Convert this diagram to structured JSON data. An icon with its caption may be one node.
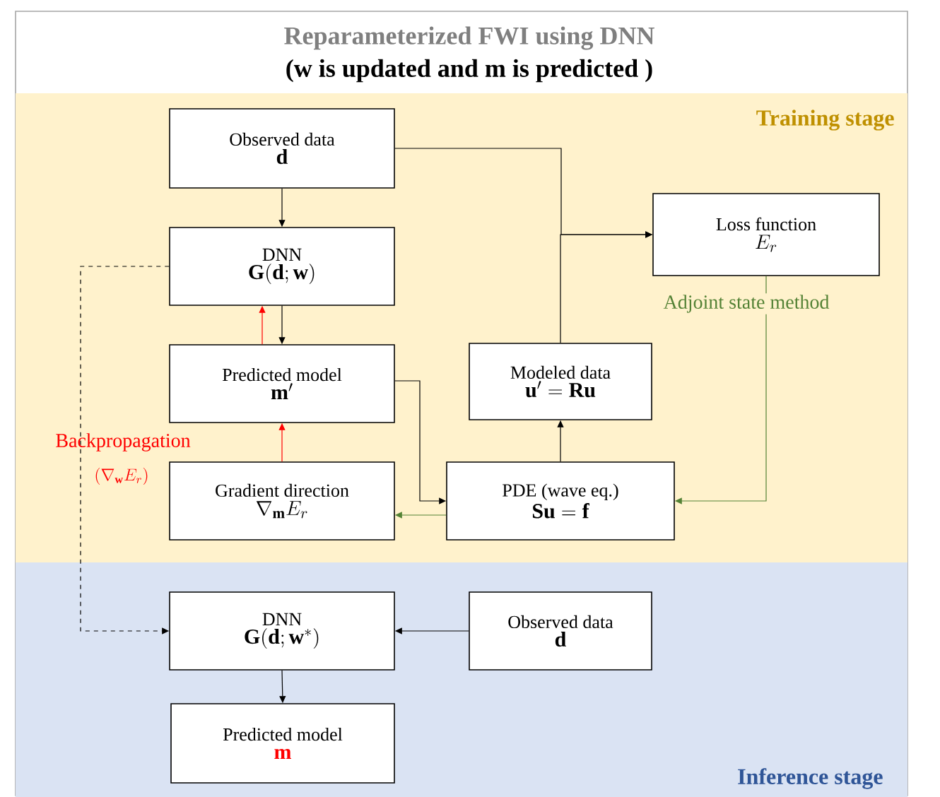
{
  "diagram": {
    "title": "Reparameterized FWI using DNN",
    "nodes": [
      {
        "text": [
          "Training stage"
        ]
      },
      {
        "text": [
          "Observed data",
          "\\mathbf{d}"
        ],
        "in": 0
      },
      {
        "text": [
          "DNN",
          "\\mathbf{G}(\\mathbf{d};\\mathbf{w})"
        ],
        "in": 0
      },
      {
        "text": [
          "Predicted model",
          "\\mathbf{m}'"
        ],
        "in": 0
      },
      {
        "text": [
          "Gradient direction",
          "\\nabla_{\\mathbf{m}}E_r"
        ],
        "in": 0
      },
      {
        "text": [
          "Loss function",
          "E_r"
        ],
        "in": 0
      },
      {
        "text": [
          "Modeled data",
          "\\mathbf{u}' = \\mathbf{R}\\mathbf{u}"
        ],
        "in": 0
      },
      {
        "text": [
          "PDE (wave eq.)",
          "\\mathbf{S}\\mathbf{u} = \\mathbf{f}"
        ],
        "in": 0
      },
      {
        "text": [
          "Inference stage"
        ]
      },
      {
        "text": [
          "DNN",
          "\\mathbf{G}(\\mathbf{d};\\mathbf{w}^{*})"
        ],
        "in": 8
      },
      {
        "text": [
          "Observed data",
          "\\mathbf{d}"
        ],
        "in": 8
      },
      {
        "text": [
          "Predicted model",
          "\\mathbf{m}"
        ],
        "in": 8
      }
    ],
    "edges": [
      {
        "from": 1,
        "to": 2,
        "arrow": "to"
      },
      {
        "from": 2,
        "to": 3,
        "arrow": "to"
      },
      {
        "from": 3,
        "to": 2,
        "arrow": "to",
        "color": "#ff0000"
      },
      {
        "from": 4,
        "to": 3,
        "arrow": "to",
        "color": "#ff0000"
      },
      {
        "from": 3,
        "to": 7,
        "arrow": "to"
      },
      {
        "from": 7,
        "to": 6,
        "arrow": "to"
      },
      {
        "from": 1,
        "to": 5,
        "arrow": "to"
      },
      {
        "from": 6,
        "to": 5,
        "arrow": "to"
      },
      {
        "from": 5,
        "to": 7,
        "arrow": "to",
        "color": "#548235",
        "label": "Adjoint state method"
      },
      {
        "from": 7,
        "to": 4,
        "arrow": "to",
        "color": "#548235"
      },
      {
        "from": 2,
        "to": 9,
        "arrow": "to",
        "style": "dashed"
      },
      {
        "from": 10,
        "to": 9,
        "arrow": "to"
      },
      {
        "from": 9,
        "to": 11,
        "arrow": "to"
      }
    ],
    "labels": [
      "(w is updated and m is predicted )",
      "Backpropagation",
      "(\\nabla_{\\mathbf{w}}E_r)"
    ]
  }
}
